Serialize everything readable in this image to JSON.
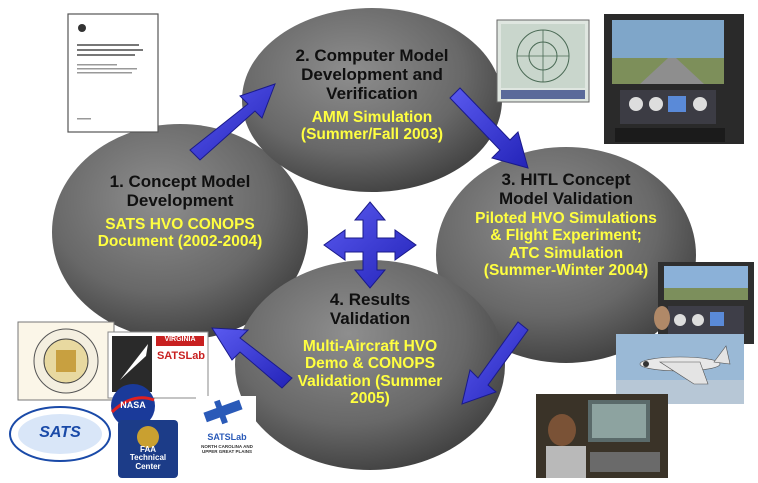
{
  "steps": [
    {
      "title": "1. Concept Model Development",
      "detail": "SATS HVO CONOPS Document (2002-2004)"
    },
    {
      "title": "2. Computer Model Development and Verification",
      "detail": "AMM Simulation (Summer/Fall 2003)"
    },
    {
      "title": "3. HITL Concept Model Validation",
      "detail": "Piloted HVO Simulations & Flight Experiment; ATC Simulation (Summer-Winter 2004)"
    },
    {
      "title": "4. Results Validation",
      "detail": "Multi-Aircraft HVO Demo & CONOPS Validation (Summer 2005)"
    }
  ],
  "logos": {
    "virginia": "VIRGINIA",
    "satslab": "SATSLab",
    "nasa": "NASA",
    "sats": "SATS",
    "faa_line1": "FAA",
    "faa_line2": "Technical",
    "faa_line3": "Center",
    "satslab_nc": "SATSLab",
    "satslab_nc_sub1": "NORTH CAROLINA AND",
    "satslab_nc_sub2": "UPPER GREAT PLAINS"
  },
  "colors": {
    "circle": "#6e6e6e",
    "arrow": "#3b3bd6",
    "title": "#101010",
    "detail": "#ffff40"
  }
}
